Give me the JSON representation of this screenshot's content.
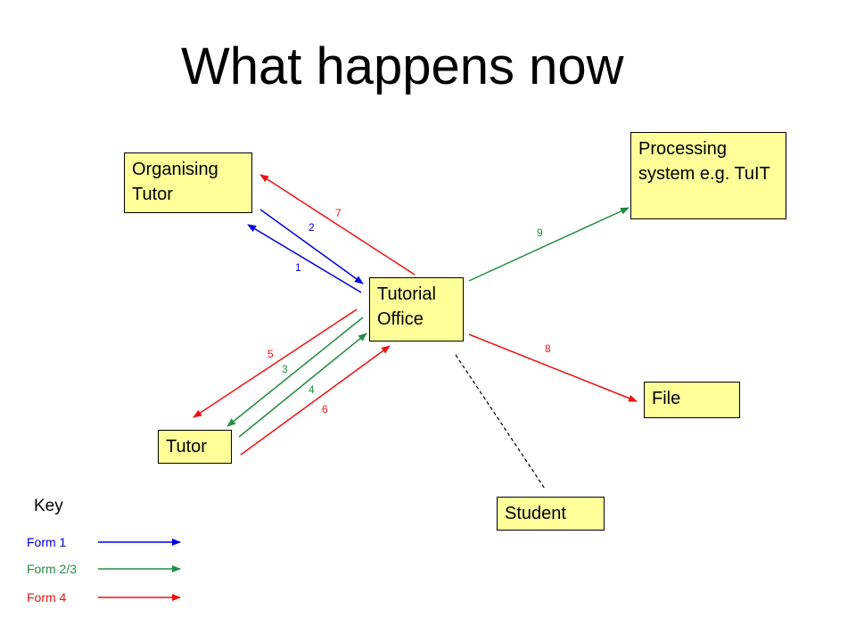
{
  "title": "What happens now",
  "colors": {
    "form1": "#0000dd",
    "form23": "#228b44",
    "form4": "#ee1111",
    "box_fill": "#ffff99"
  },
  "boxes": {
    "organising_tutor": "Organising Tutor",
    "processing_system": "Processing system e.g. TuIT",
    "tutorial_office": "Tutorial Office",
    "tutor": "Tutor",
    "file": "File",
    "student": "Student"
  },
  "arrow_numbers": {
    "n1": "1",
    "n2": "2",
    "n3": "3",
    "n4": "4",
    "n5": "5",
    "n6": "6",
    "n7": "7",
    "n8": "8",
    "n9": "9"
  },
  "key": {
    "title": "Key",
    "items": [
      {
        "label": "Form 1",
        "color": "#0000dd"
      },
      {
        "label": "Form 2/3",
        "color": "#228b44"
      },
      {
        "label": "Form 4",
        "color": "#ee1111"
      }
    ]
  }
}
